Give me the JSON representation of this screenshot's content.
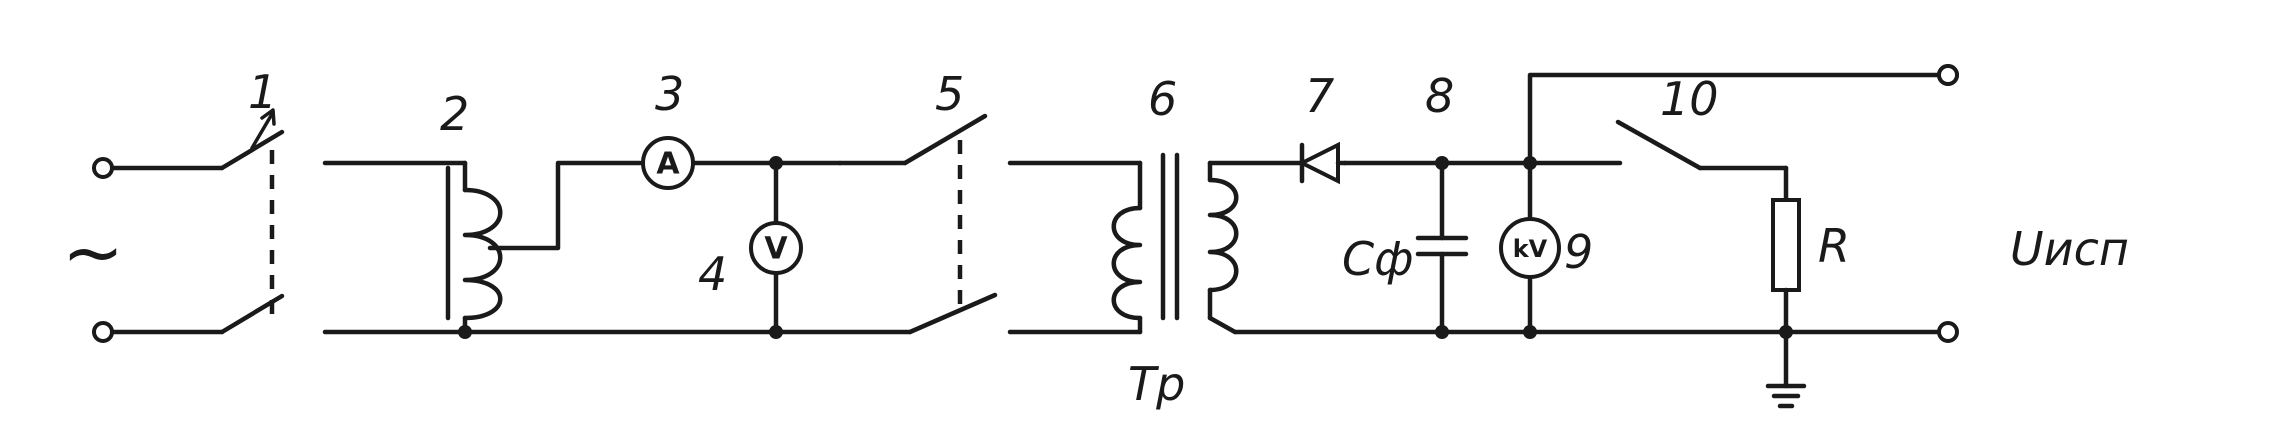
{
  "labels": {
    "n1": "1",
    "n2": "2",
    "n3": "3",
    "n4": "4",
    "n5": "5",
    "n6": "6",
    "n7": "7",
    "n8": "8",
    "n9": "9",
    "n10": "10",
    "ac": "~",
    "transformer": "Tp",
    "cap": "Cф",
    "resistor": "R",
    "output": "Uисп"
  },
  "meters": {
    "ammeter": "A",
    "voltmeter": "V",
    "kilovoltmeter": "kV"
  }
}
